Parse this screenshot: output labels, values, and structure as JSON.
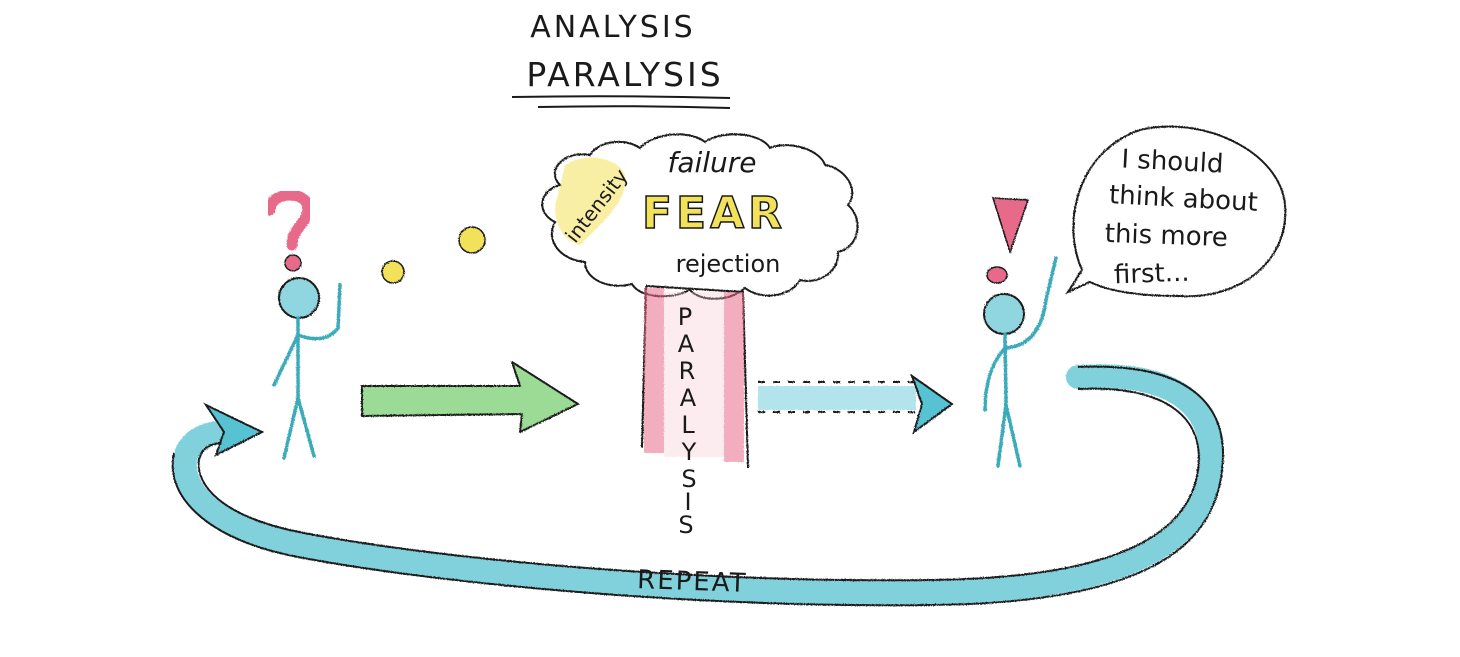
{
  "title": {
    "line1": "ANALYSIS",
    "line2": "PARALYSIS"
  },
  "cloud": {
    "word_intensity": "intensity",
    "word_failure": "failure",
    "word_fear": "FEAR",
    "word_rejection": "rejection"
  },
  "pillar": {
    "letters": [
      "P",
      "A",
      "R",
      "A",
      "L",
      "Y",
      "S",
      "I",
      "S"
    ]
  },
  "speech_bubble": {
    "line1": "I should",
    "line2": "think about",
    "line3": "this more",
    "line4": "first..."
  },
  "loop_label": "REPEAT",
  "colors": {
    "ink": "#1a1a1a",
    "teal": "#56c2d2",
    "green": "#8fd48a",
    "pink": "#e86b8a",
    "yellow": "#f2e25a"
  },
  "icons": {
    "left_mark": "question-mark-icon",
    "right_mark": "exclamation-mark-icon"
  }
}
